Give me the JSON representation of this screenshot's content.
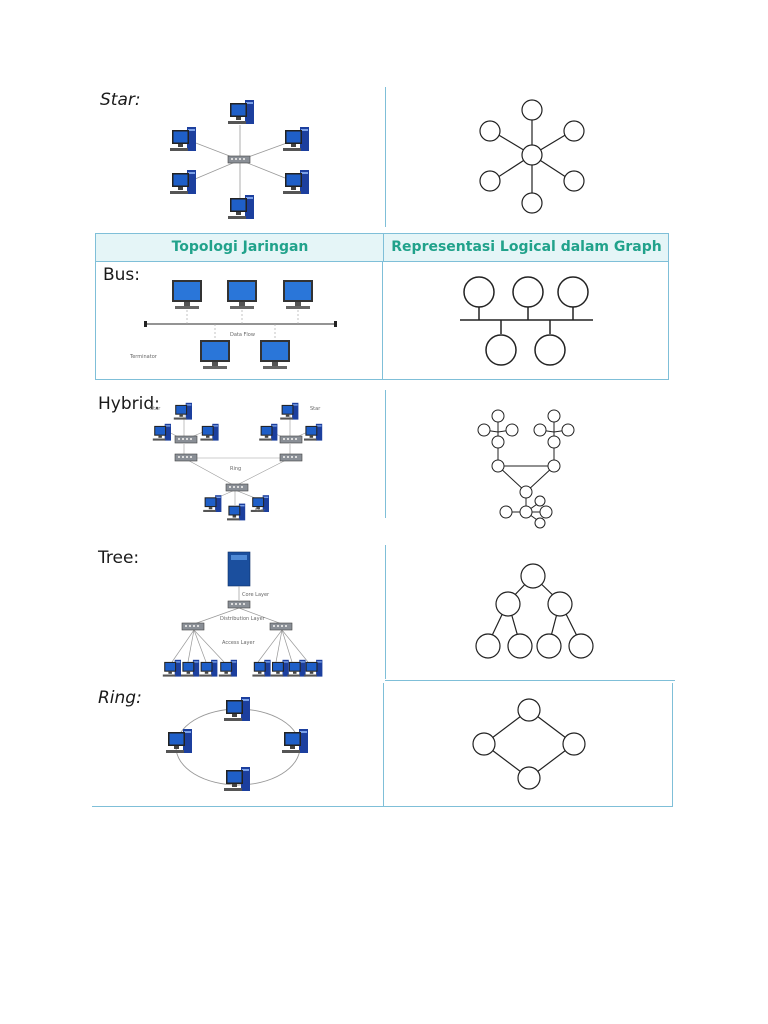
{
  "table": {
    "headers": {
      "topology": "Topologi Jaringan",
      "logical": "Representasi Logical dalam Graph"
    }
  },
  "rows": {
    "star": {
      "label": "Star:"
    },
    "bus": {
      "label": "Bus:",
      "cable_label": "Data Flow",
      "terminator_label": "Terminator"
    },
    "hybrid": {
      "label": "Hybrid:",
      "star_label_1": "Star",
      "star_label_2": "Star",
      "star_label_3": "Star",
      "ring_label": "Ring"
    },
    "tree": {
      "label": "Tree:",
      "core_layer": "Core Layer",
      "distribution_layer": "Distribution Layer",
      "access_layer": "Access Layer"
    },
    "ring": {
      "label": "Ring:"
    }
  },
  "colors": {
    "header_text": "#21a28b",
    "header_bg": "#e5f5f7",
    "table_border": "#7fbfd8",
    "monitor_blue": "#1f5fc8"
  }
}
